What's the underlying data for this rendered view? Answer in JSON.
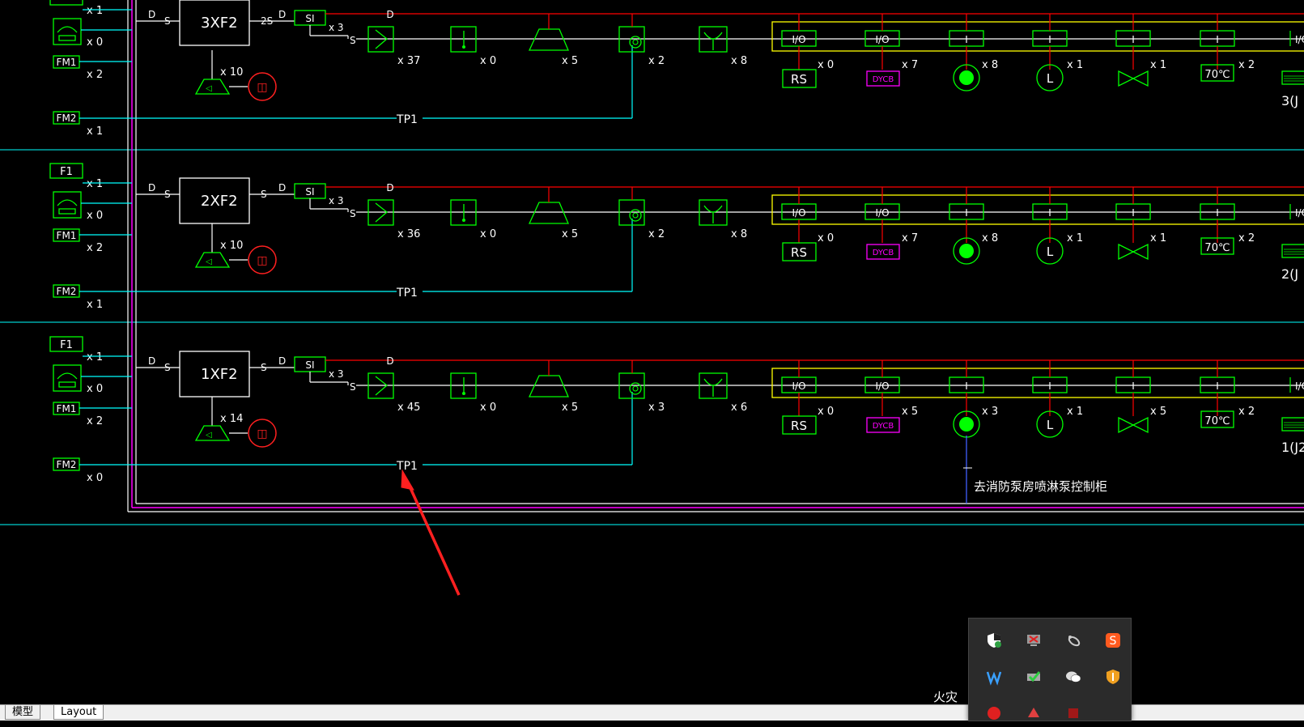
{
  "app": {
    "tabs": [
      {
        "label": "模型",
        "active": false
      },
      {
        "label": "Layout",
        "active": true
      }
    ]
  },
  "drawing": {
    "rows": [
      {
        "panel": "3XF2",
        "left": {
          "f1_count": "x 1",
          "phone_count": "x 0",
          "fm1": "FM1",
          "fm1_count": "x 2",
          "fm2": "FM2",
          "fm2_count": "x 1"
        },
        "speaker_count": "x 10",
        "si_count": "x 3",
        "out_label": "2S",
        "counts": {
          "smoke": "x 37",
          "manual": "x 0",
          "heat": "x 5",
          "alarm": "x 2",
          "sprinkler": "x 8"
        },
        "io_counts": {
          "rs": "x 0",
          "dycb": "x 7",
          "fan": "x 8",
          "level": "x 1",
          "valve": "x 1",
          "damper": "x 2"
        },
        "zone": "3(J"
      },
      {
        "panel": "2XF2",
        "left": {
          "f1": "F1",
          "f1_count": "x 1",
          "phone_count": "x 0",
          "fm1": "FM1",
          "fm1_count": "x 2",
          "fm2": "FM2",
          "fm2_count": "x 1"
        },
        "speaker_count": "x 10",
        "si_count": "x 3",
        "out_label": "S",
        "counts": {
          "smoke": "x 36",
          "manual": "x 0",
          "heat": "x 5",
          "alarm": "x 2",
          "sprinkler": "x 8"
        },
        "io_counts": {
          "rs": "x 0",
          "dycb": "x 7",
          "fan": "x 8",
          "level": "x 1",
          "valve": "x 1",
          "damper": "x 2"
        },
        "zone": "2(J"
      },
      {
        "panel": "1XF2",
        "left": {
          "f1": "F1",
          "f1_count": "x 1",
          "phone_count": "x 0",
          "fm1": "FM1",
          "fm1_count": "x 2",
          "fm2": "FM2",
          "fm2_count": "x 0"
        },
        "speaker_count": "x 14",
        "si_count": "x 3",
        "out_label": "S",
        "counts": {
          "smoke": "x 45",
          "manual": "x 0",
          "heat": "x 5",
          "alarm": "x 3",
          "sprinkler": "x 6"
        },
        "io_counts": {
          "rs": "x 0",
          "dycb": "x 5",
          "fan": "x 3",
          "level": "x 1",
          "valve": "x 5",
          "damper": "x 2"
        },
        "zone": "1(J2"
      }
    ],
    "labels": {
      "si": "SI",
      "tp": "TP1",
      "io": "I/O",
      "i": "I",
      "rs": "RS",
      "dycb": "DYCB",
      "level": "L",
      "temp": "70℃",
      "d": "D",
      "s": "S"
    },
    "pump_note": "去消防泵房喷淋泵控制柜",
    "bottom_partial": "火灾",
    "colors": {
      "bus_red": "#ff0000",
      "device_green": "#00ff00",
      "cyan": "#00ffff",
      "magenta": "#ff00ff",
      "yellow": "#ffff00",
      "white": "#ffffff",
      "arrow": "#ff2020"
    }
  },
  "tray": {
    "icons": [
      "shield-icon",
      "remote-desktop-icon",
      "satellite-icon",
      "sogou-input-icon",
      "w-app-icon",
      "checkmark-tray-icon",
      "wechat-icon",
      "security-shield-icon",
      "red-app-icon",
      "red-badge-icon",
      "dark-red-app-icon"
    ]
  }
}
